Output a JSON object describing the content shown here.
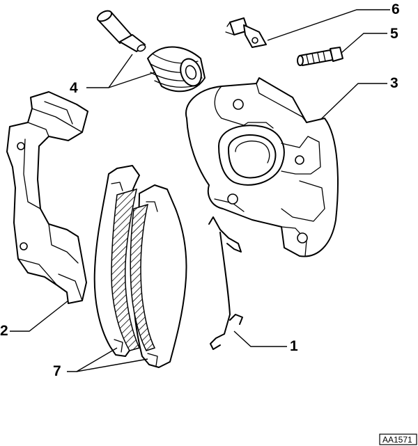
{
  "callouts": [
    {
      "id": "1",
      "label": "1"
    },
    {
      "id": "2",
      "label": "2"
    },
    {
      "id": "3",
      "label": "3"
    },
    {
      "id": "4",
      "label": "4"
    },
    {
      "id": "5",
      "label": "5"
    },
    {
      "id": "6",
      "label": "6"
    },
    {
      "id": "7",
      "label": "7"
    }
  ],
  "drawing_code": "AA1571"
}
